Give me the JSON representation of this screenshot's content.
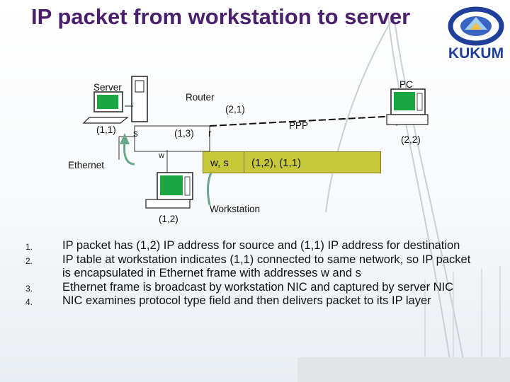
{
  "slide": {
    "title": "IP packet from workstation to server",
    "logo": {
      "text": "KUKUM",
      "icon": "kukum-logo-icon",
      "color": "#1f3f9a"
    }
  },
  "diagram": {
    "nodes": {
      "server": {
        "label": "Server",
        "address": "(1,1)",
        "icon": "computer-icon"
      },
      "pc": {
        "label": "PC",
        "address": "(2,2)",
        "icon": "computer-icon"
      },
      "router": {
        "label": "Router",
        "address_ethernet": "(1,3)",
        "address_ppp": "(2,1)",
        "port_s": "s",
        "port_r": "r"
      },
      "workstation": {
        "label": "Workstation",
        "address": "(1,2)",
        "port": "w",
        "icon": "computer-icon"
      }
    },
    "links": {
      "ethernet": "Ethernet",
      "ppp": "PPP"
    },
    "frame": {
      "header": "w, s",
      "payload": "(1,2), (1,1)",
      "color": "#c8c83a"
    },
    "arrow_color": "#6aa68a"
  },
  "steps": [
    {
      "num": "1.",
      "text": "IP packet has (1,2) IP address for source and (1,1) IP address for destination"
    },
    {
      "num": "2.",
      "text": "IP table at workstation indicates (1,1) connected to same network, so IP packet is encapsulated in Ethernet frame with addresses w and s"
    },
    {
      "num": "3.",
      "text": "Ethernet frame is broadcast by workstation NIC and captured by server NIC"
    },
    {
      "num": "4.",
      "text": "NIC examines protocol type field and then delivers packet to its IP layer"
    }
  ]
}
